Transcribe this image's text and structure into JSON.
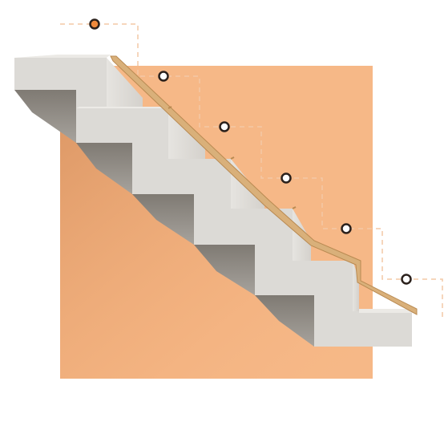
{
  "illustration": {
    "subject": "concrete-staircase",
    "step_count": 6,
    "marker_count": 6,
    "colors": {
      "background": "#ffffff",
      "backdrop": "#f6b887",
      "backdrop_shadow": "#e9a06a",
      "concrete_top": "#eceae6",
      "concrete_front": "#dcdad6",
      "concrete_underside": "#8f8b85",
      "concrete_side": "#c7c4bf",
      "wood_edge": "#d9b07a",
      "wood_edge_dark": "#b98a52",
      "dashed_line": "#f4c8a6",
      "marker_ring": "#2b211c",
      "marker_fill_first": "#f08a3c",
      "marker_fill": "#ffffff"
    }
  }
}
